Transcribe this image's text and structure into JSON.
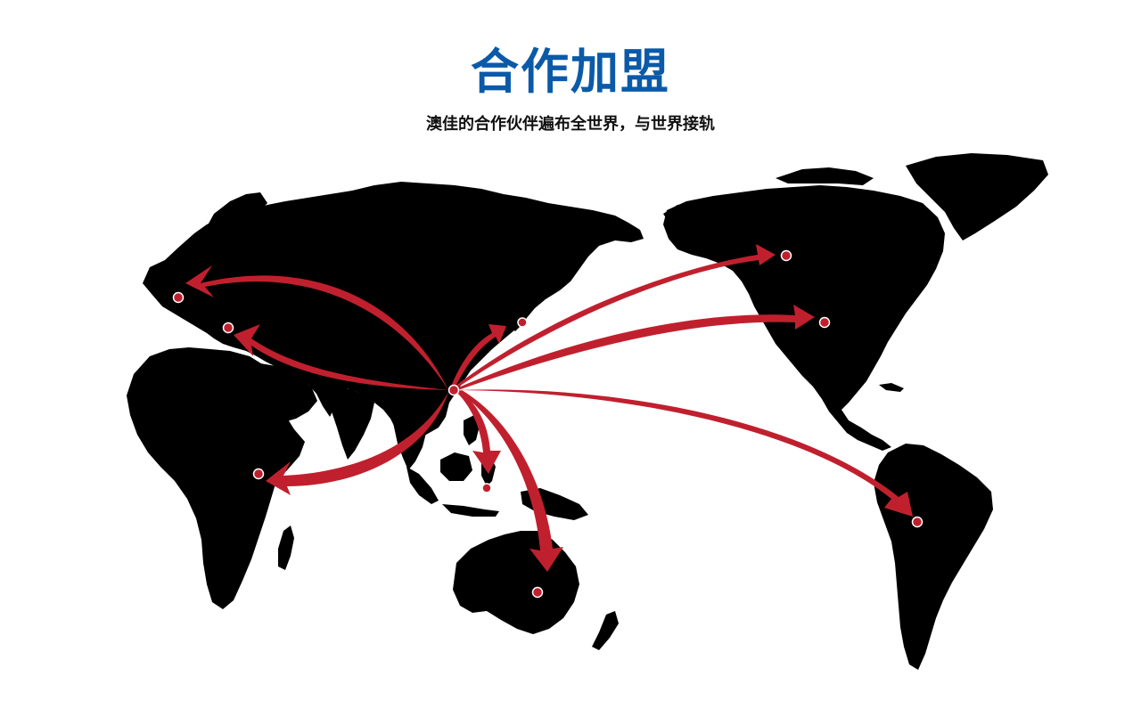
{
  "page": {
    "title": "合作加盟",
    "subtitle": "澳佳的合作伙伴遍布全世界，与世界接轨"
  },
  "colors": {
    "title": "#0b5aa8",
    "land": "#000000",
    "route": "#c0202e",
    "marker_fill": "#c0202e",
    "marker_stroke": "#ffffff",
    "background": "#ffffff"
  },
  "map": {
    "hub": "china-east",
    "destinations": [
      "western-europe",
      "southeast-europe",
      "east-africa",
      "japan",
      "southeast-asia",
      "australia",
      "western-canada",
      "united-states",
      "south-america"
    ]
  }
}
